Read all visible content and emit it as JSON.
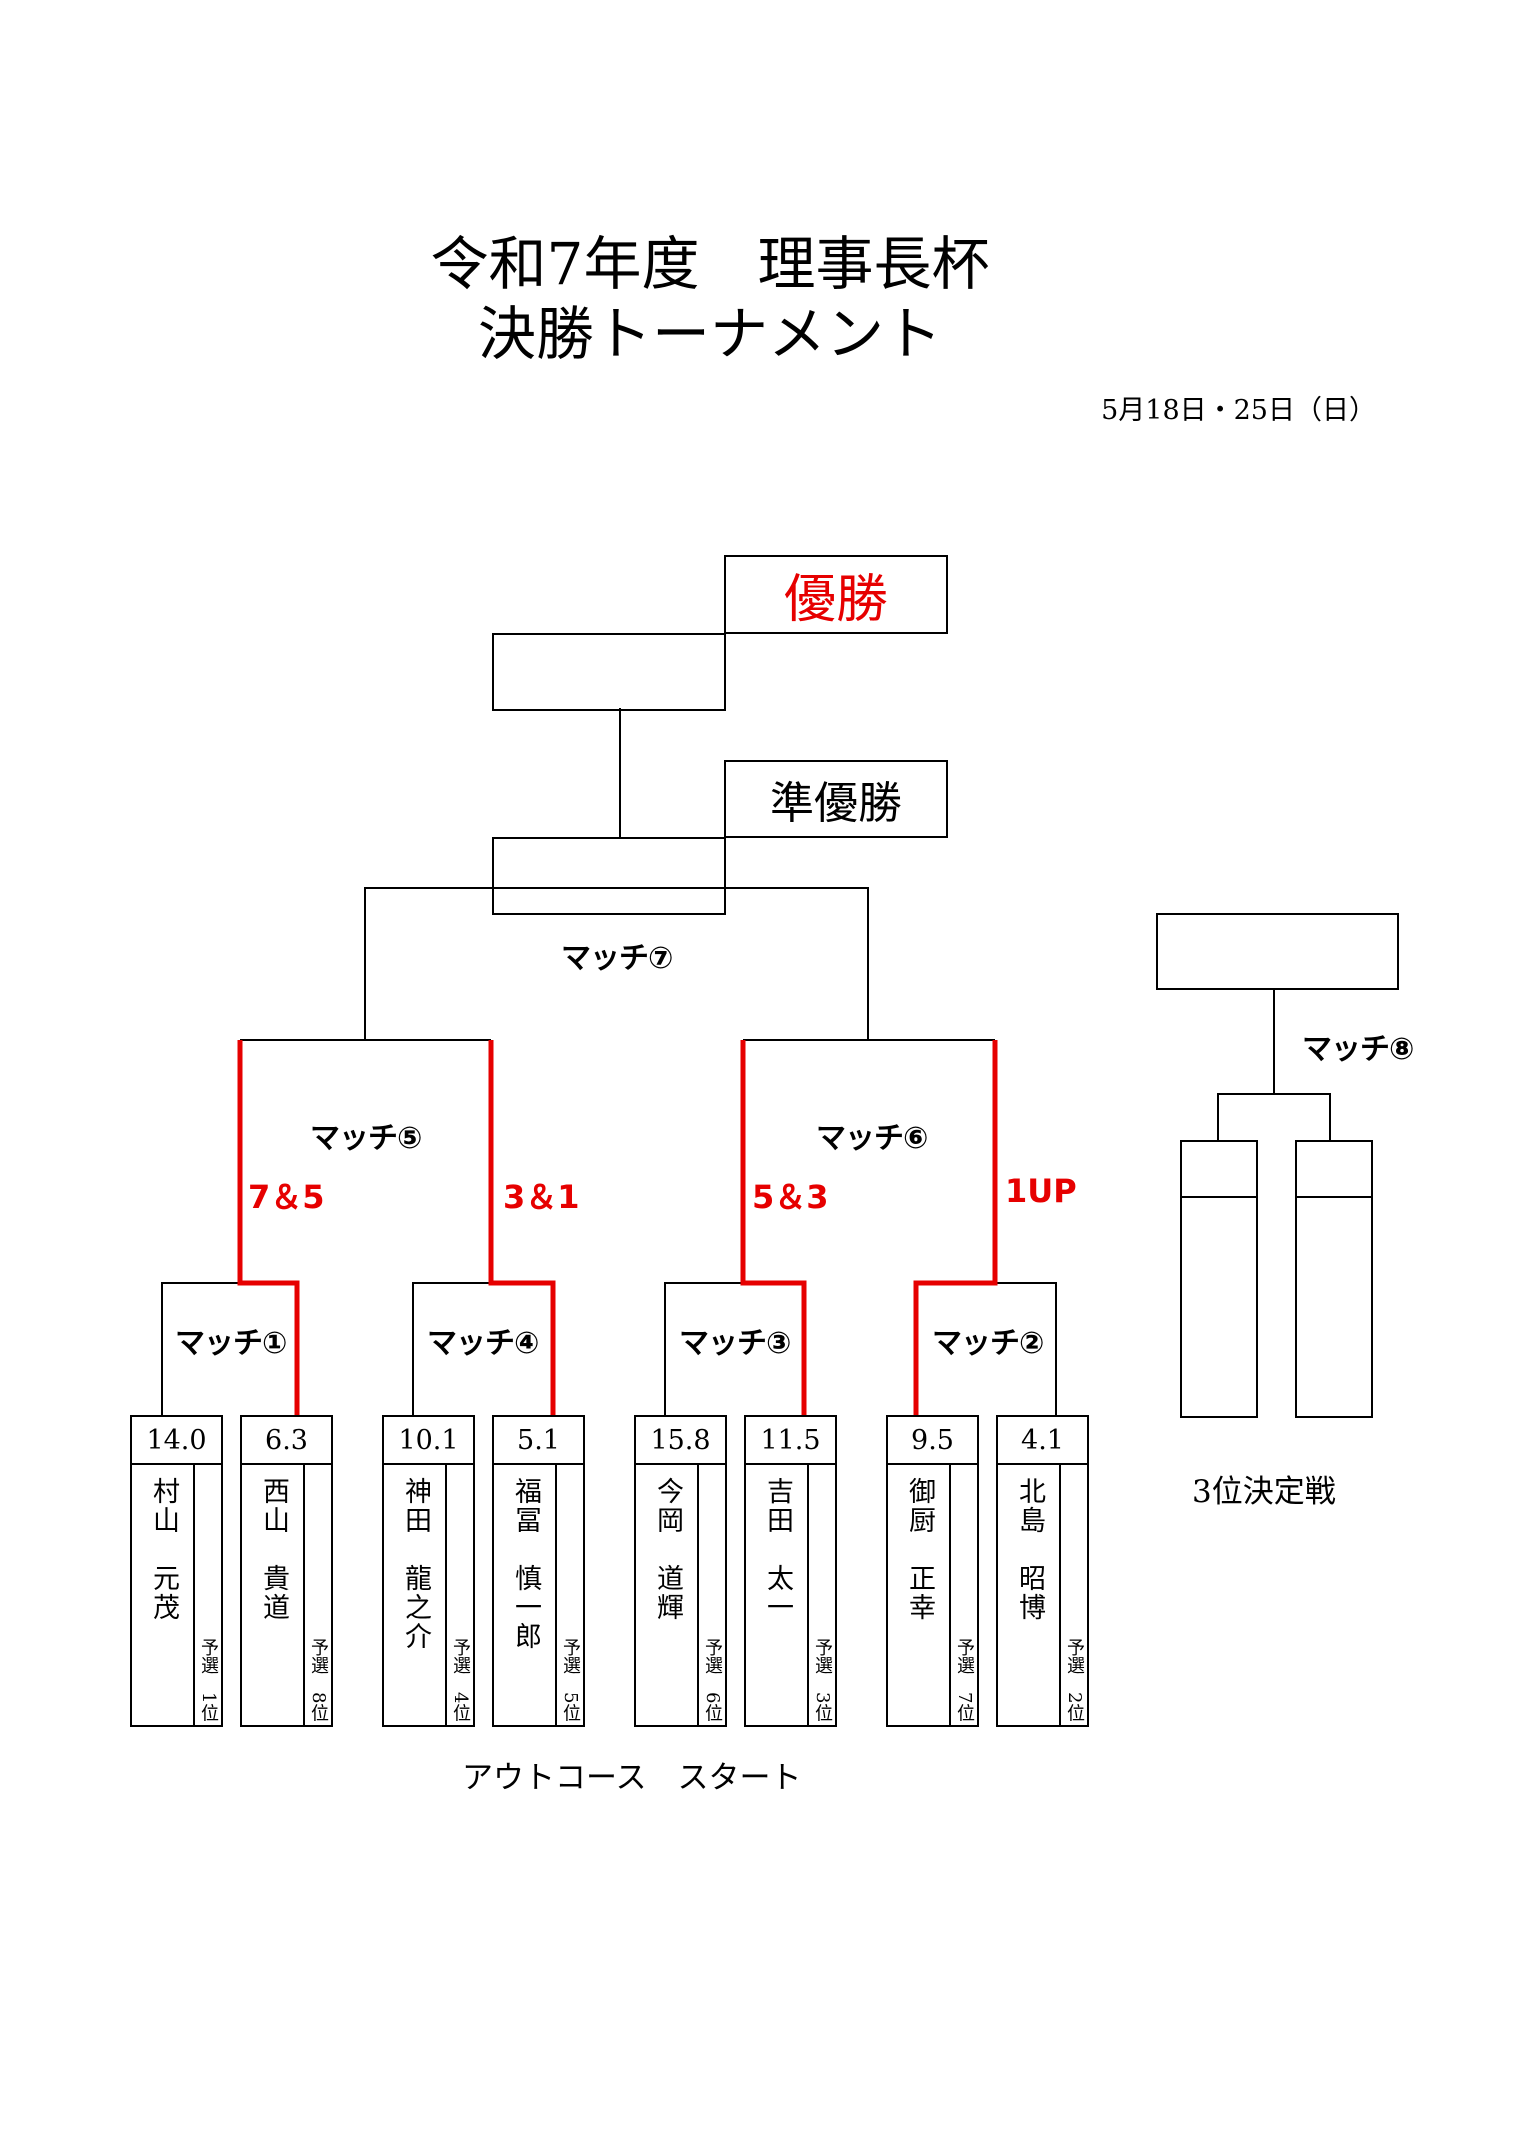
{
  "title": {
    "line1": "令和7年度　理事長杯",
    "line2": "決勝トーナメント"
  },
  "date": "5月18日・25日（日）",
  "boxes": {
    "champion": "優勝",
    "runner_up": "準優勝"
  },
  "matches": [
    "マッチ①",
    "マッチ②",
    "マッチ③",
    "マッチ④",
    "マッチ⑤",
    "マッチ⑥",
    "マッチ⑦",
    "マッチ⑧"
  ],
  "scores": [
    "7＆5",
    "3＆1",
    "5＆3",
    "1UP"
  ],
  "players": [
    {
      "hcp": "14.0",
      "name": "村山　元茂",
      "rank": "予選　1位"
    },
    {
      "hcp": "6.3",
      "name": "西山　貴道",
      "rank": "予選　8位"
    },
    {
      "hcp": "10.1",
      "name": "神田　龍之介",
      "rank": "予選　4位"
    },
    {
      "hcp": "5.1",
      "name": "福冨　慎一郎",
      "rank": "予選　5位"
    },
    {
      "hcp": "15.8",
      "name": "今岡　道輝",
      "rank": "予選　6位"
    },
    {
      "hcp": "11.5",
      "name": "吉田　太一",
      "rank": "予選　3位"
    },
    {
      "hcp": "9.5",
      "name": "御厨　正幸",
      "rank": "予選　7位"
    },
    {
      "hcp": "4.1",
      "name": "北島　昭博",
      "rank": "予選　2位"
    }
  ],
  "captions": {
    "out_course": "アウトコース　スタート",
    "third_place": "3位決定戦"
  },
  "colors": {
    "winner_line": "#e60000",
    "champion_text": "#e60000"
  }
}
